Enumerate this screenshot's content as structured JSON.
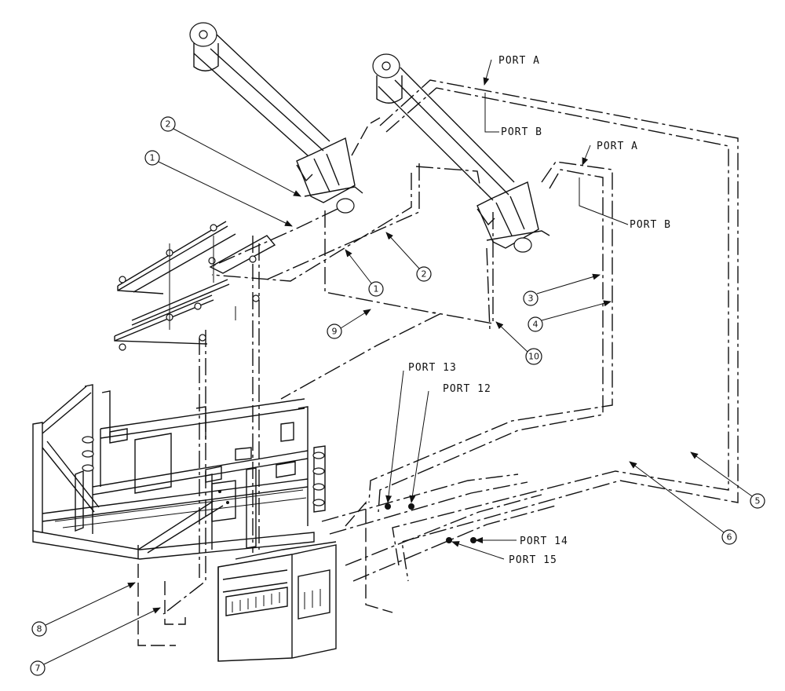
{
  "port_labels": {
    "port_a_top": "PORT A",
    "port_b_top": "PORT B",
    "port_a_right": "PORT A",
    "port_b_right": "PORT B",
    "port_13": "PORT 13",
    "port_12": "PORT 12",
    "port_14": "PORT 14",
    "port_15": "PORT 15"
  },
  "callouts": {
    "c1_left": "1",
    "c2_left": "2",
    "c1_mid": "1",
    "c2_mid": "2",
    "c3": "3",
    "c4": "4",
    "c5": "5",
    "c6": "6",
    "c7": "7",
    "c8": "8",
    "c9": "9",
    "c10": "10"
  }
}
